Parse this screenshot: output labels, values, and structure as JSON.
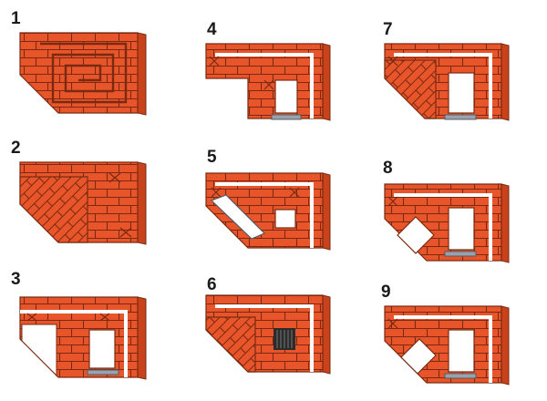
{
  "colors": {
    "brick": "#e8552a",
    "mortar": "#7a2a10",
    "side": "#c8421c",
    "white": "#ffffff",
    "steel": "#9aa3ad",
    "steel_dark": "#555b63",
    "grate": "#2b2b2b",
    "background": "#ffffff"
  },
  "steps": [
    {
      "number": "1"
    },
    {
      "number": "2"
    },
    {
      "number": "3"
    },
    {
      "number": "4"
    },
    {
      "number": "5"
    },
    {
      "number": "6"
    },
    {
      "number": "7"
    },
    {
      "number": "8"
    },
    {
      "number": "9"
    }
  ]
}
